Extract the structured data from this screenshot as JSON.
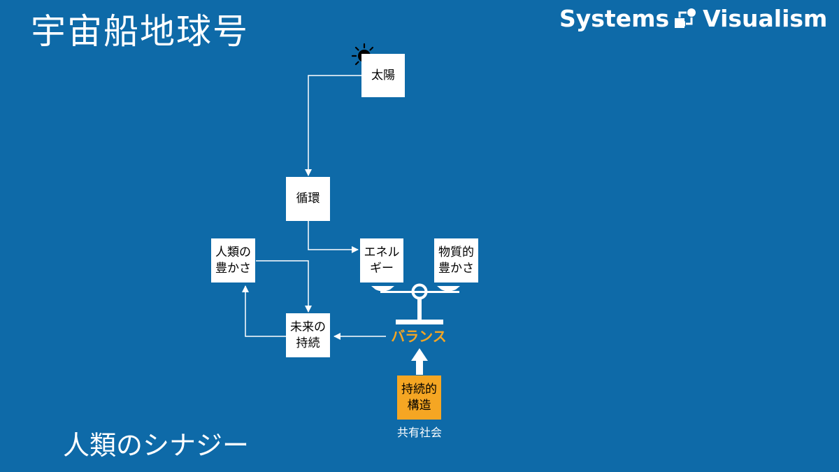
{
  "slide": {
    "title": "宇宙船地球号",
    "subtitle": "人類のシナジー",
    "brand_left": "Systems",
    "brand_right": "Visualism"
  },
  "diagram": {
    "sun": "太陽",
    "cycle": "循環",
    "energy": "エネル\nギー",
    "material": "物質的\n豊かさ",
    "human_wealth": "人類の\n豊かさ",
    "future": "未来の\n持続",
    "balance": "バランス",
    "sustainable": "持続的\n構造",
    "shared_society": "共有社会"
  },
  "colors": {
    "background": "#0e6aa8",
    "accent": "#f5a623",
    "box": "#ffffff",
    "line": "#ffffff"
  }
}
